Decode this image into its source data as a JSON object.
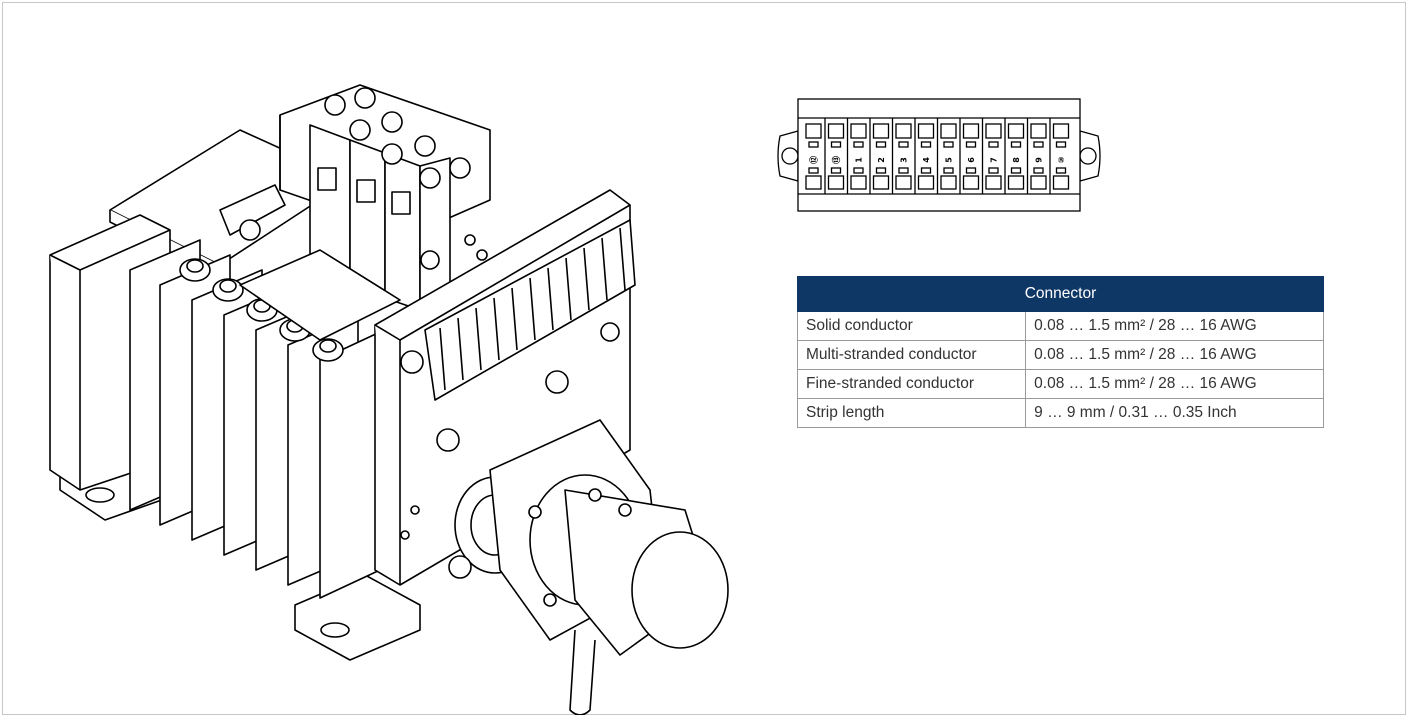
{
  "connector_table": {
    "header": "Connector",
    "rows": [
      {
        "label": "Solid conductor",
        "value": "0.08 … 1.5 mm² / 28 … 16 AWG"
      },
      {
        "label": "Multi-stranded conductor",
        "value": "0.08 … 1.5 mm² / 28 … 16 AWG"
      },
      {
        "label": "Fine-stranded conductor",
        "value": "0.08 … 1.5 mm² / 28 … 16 AWG"
      },
      {
        "label": "Strip length",
        "value": "9 … 9 mm / 0.31 … 0.35 Inch"
      }
    ]
  },
  "terminal_labels": [
    "⑫",
    "⑬",
    "1",
    "2",
    "3",
    "4",
    "5",
    "6",
    "7",
    "8",
    "9",
    "⑩"
  ],
  "colors": {
    "table_header": "#0f3766",
    "border": "#9a9a9a"
  }
}
